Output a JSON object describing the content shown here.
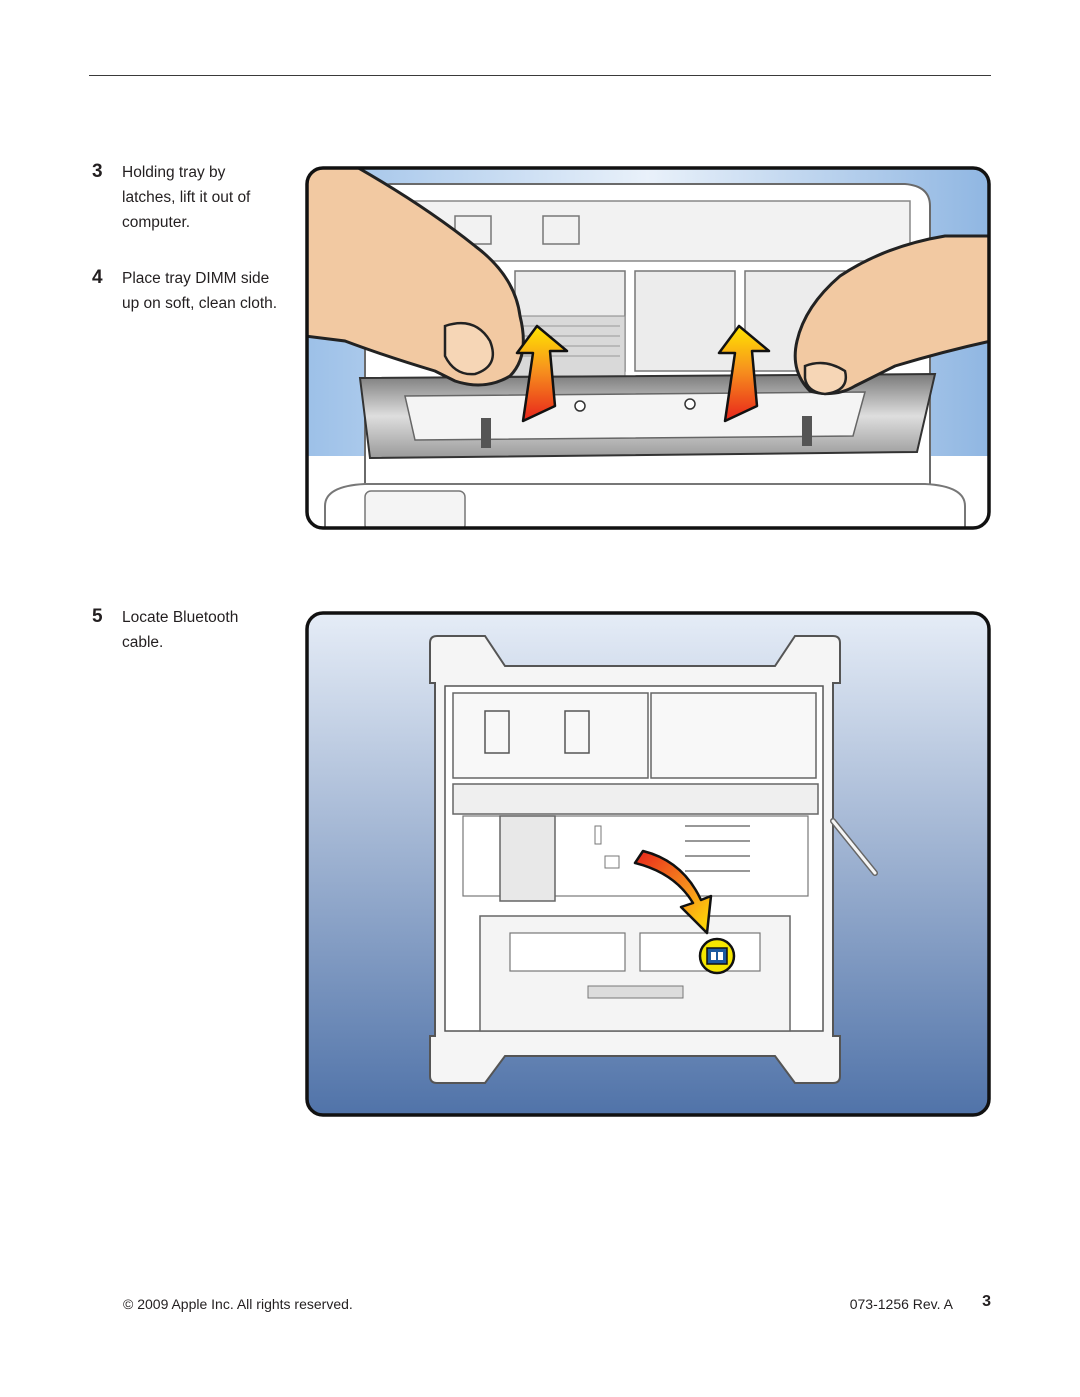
{
  "steps": [
    {
      "number": "3",
      "text": "Holding tray by latches, lift it out of computer."
    },
    {
      "number": "4",
      "text": "Place tray DIMM side up on soft, clean cloth."
    },
    {
      "number": "5",
      "text": "Locate Bluetooth cable."
    }
  ],
  "footer": {
    "copyright": "© 2009 Apple Inc. All rights reserved.",
    "doc_id": "073-1256 Rev. A",
    "page_number": "3"
  },
  "colors": {
    "figure1_sky": "#a8c8ea",
    "figure2_top": "#e6edf7",
    "figure2_bottom": "#4f72a8",
    "arrow_red": "#e8241c",
    "arrow_yellow": "#ffe500",
    "highlight": "#f5e600"
  },
  "icons": [
    "hands-lifting-tray-illustration",
    "up-arrow-icon",
    "curved-arrow-icon",
    "bluetooth-connector-highlight"
  ]
}
